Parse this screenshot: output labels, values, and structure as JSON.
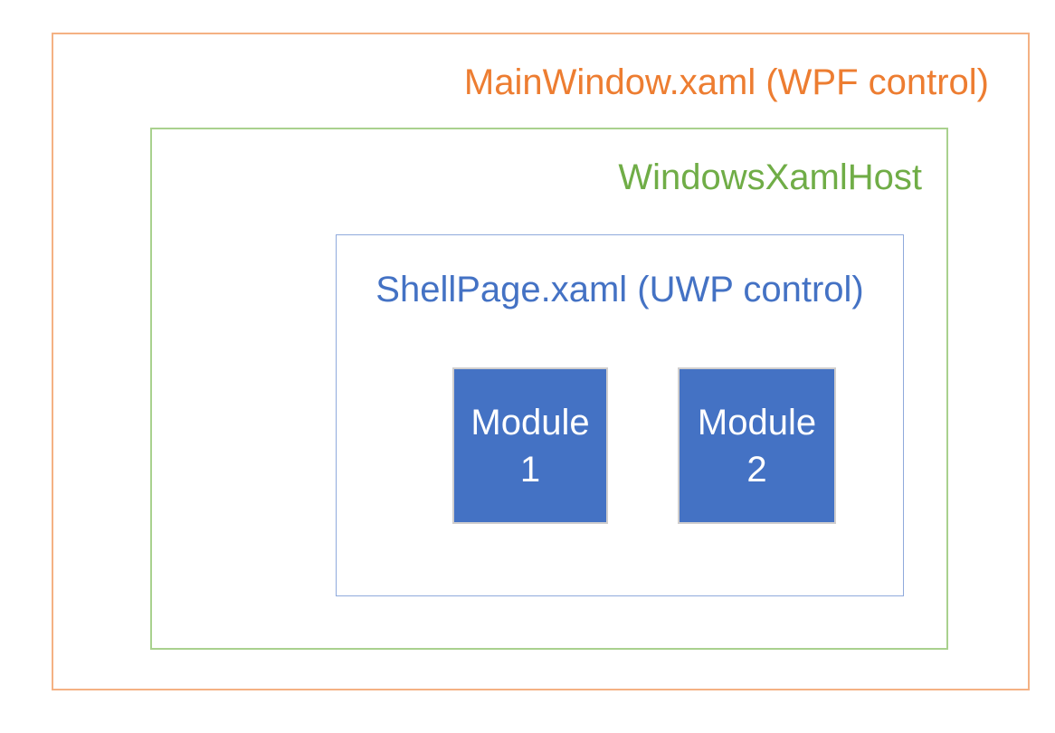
{
  "diagram": {
    "mainwindow": {
      "label": "MainWindow.xaml (WPF control)"
    },
    "xamlhost": {
      "label": "WindowsXamlHost"
    },
    "shellpage": {
      "label": "ShellPage.xaml (UWP control)"
    },
    "modules": [
      {
        "line1": "Module",
        "line2": "1"
      },
      {
        "line1": "Module",
        "line2": "2"
      }
    ]
  },
  "colors": {
    "mainwindow_border": "#F4B183",
    "mainwindow_label": "#ED7D31",
    "xamlhost_border": "#A9D18E",
    "xamlhost_label": "#70AD47",
    "shellpage_border": "#8FAADC",
    "shellpage_label": "#4472C4",
    "module_fill": "#4472C4",
    "module_border": "#D0CECE",
    "module_text": "#FFFFFF",
    "canvas_background": "#FFFFFF"
  }
}
